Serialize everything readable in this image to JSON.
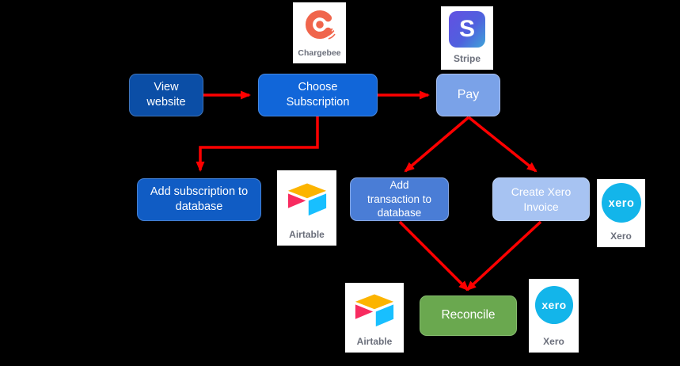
{
  "canvas": {
    "background": "#000000",
    "arrow_color": "#fe0000"
  },
  "nodes": [
    {
      "id": "view-website",
      "label": "View\nwebsite",
      "color": "#0b4ea6"
    },
    {
      "id": "choose-subscription",
      "label": "Choose\nSubscription",
      "color": "#1166d9"
    },
    {
      "id": "pay",
      "label": "Pay",
      "color": "#7aa2e8"
    },
    {
      "id": "add-subscription",
      "label": "Add subscription to\ndatabase",
      "color": "#105cc4"
    },
    {
      "id": "add-transaction",
      "label": "Add\ntransaction to\ndatabase",
      "color": "#4a7dd6"
    },
    {
      "id": "create-xero-invoice",
      "label": "Create Xero\nInvoice",
      "color": "#a7c3f2"
    },
    {
      "id": "reconcile",
      "label": "Reconcile",
      "color": "#6aa84f"
    }
  ],
  "logos": [
    {
      "id": "chargebee-top",
      "caption": "Chargebee",
      "brand_color": "#f0654c"
    },
    {
      "id": "stripe-top",
      "caption": "Stripe",
      "brand_color": "#5b5be0",
      "letter": "S"
    },
    {
      "id": "airtable-middle",
      "caption": "Airtable",
      "brand_colors": {
        "yellow": "#fcb400",
        "red": "#f82b60",
        "blue": "#18bfff"
      }
    },
    {
      "id": "xero-middle",
      "caption": "Xero",
      "brand_color": "#13b5ea",
      "circle_text": "xero"
    },
    {
      "id": "airtable-bottom",
      "caption": "Airtable"
    },
    {
      "id": "xero-bottom",
      "caption": "Xero",
      "circle_text": "xero"
    }
  ],
  "edges": [
    {
      "from": "View website",
      "to": "Choose Subscription"
    },
    {
      "from": "Choose Subscription",
      "to": "Pay"
    },
    {
      "from": "Choose Subscription",
      "to": "Add subscription to database"
    },
    {
      "from": "Pay",
      "to": "Add transaction to database"
    },
    {
      "from": "Pay",
      "to": "Create Xero Invoice"
    },
    {
      "from": "Add transaction to database",
      "to": "Reconcile"
    },
    {
      "from": "Create Xero Invoice",
      "to": "Reconcile"
    }
  ]
}
